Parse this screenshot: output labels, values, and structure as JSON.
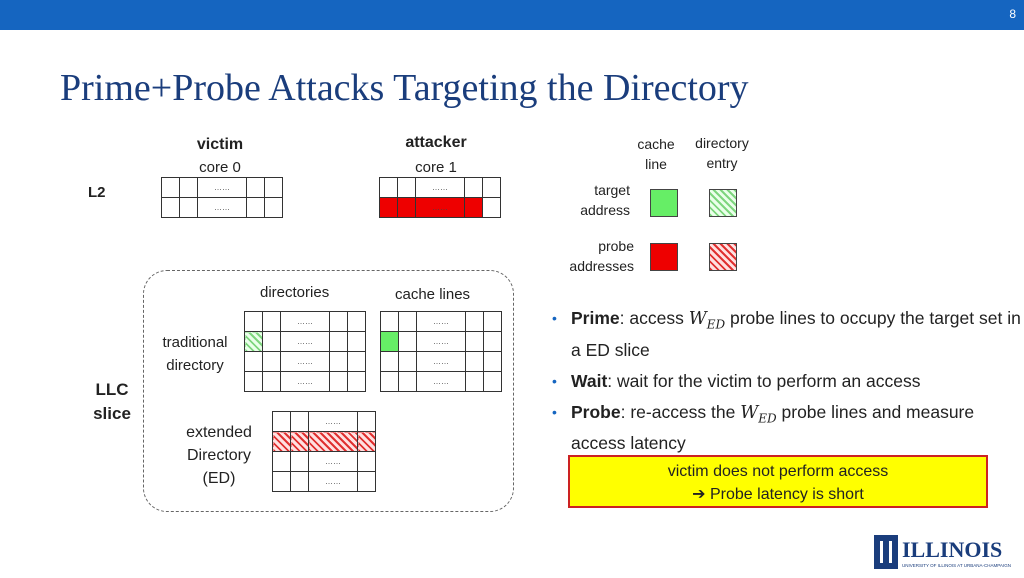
{
  "slide": {
    "number": "8",
    "title": "Prime+Probe Attacks Targeting the Directory"
  },
  "l2": {
    "label": "L2",
    "victim": {
      "title": "victim",
      "core": "core 0"
    },
    "attacker": {
      "title": "attacker",
      "core": "core 1"
    },
    "dots": "……"
  },
  "legend": {
    "col_cache_line": [
      "cache",
      "line"
    ],
    "col_directory_entry": [
      "directory",
      "entry"
    ],
    "row_target": [
      "target",
      "address"
    ],
    "row_probe": [
      "probe",
      "addresses"
    ],
    "colors": {
      "target": "#66ee66",
      "probe": "#ee0000"
    }
  },
  "llc": {
    "label": [
      "LLC",
      "slice"
    ],
    "directories_heading": "directories",
    "cache_lines_heading": "cache lines",
    "traditional_label": [
      "traditional",
      "directory"
    ],
    "extended_label": [
      "extended",
      "Directory",
      "(ED)"
    ]
  },
  "bullets": {
    "prime": {
      "keyword": "Prime",
      "text_a": ": access ",
      "math": "W",
      "math_sub": "ED",
      "text_b": " probe lines to occupy the target set in a ED slice"
    },
    "wait": {
      "keyword": "Wait",
      "text": ": wait for the victim to perform an access"
    },
    "probe": {
      "keyword": "Probe",
      "text_a": ": re-access the ",
      "math": "W",
      "math_sub": "ED",
      "text_b": " probe lines and measure access latency"
    }
  },
  "callout": {
    "line1": "victim does not perform access",
    "arrow": "➔",
    "line2": "Probe latency is short"
  },
  "logo": {
    "text": "ILLINOIS",
    "subtext": "UNIVERSITY OF ILLINOIS AT URBANA-CHAMPAIGN"
  }
}
